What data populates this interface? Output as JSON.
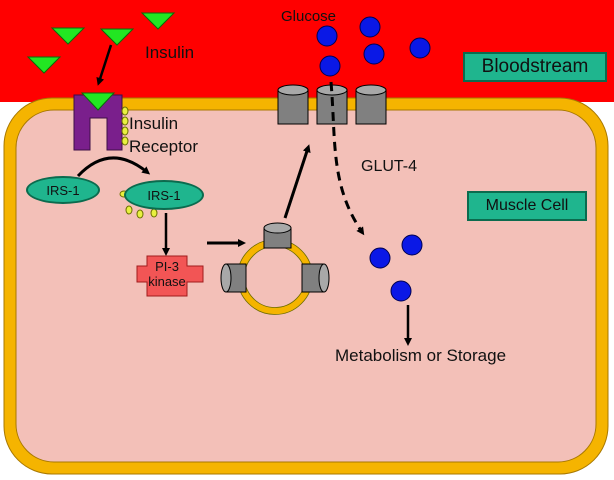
{
  "labels": {
    "glucose": "Glucose",
    "insulin": "Insulin",
    "insulin_receptor_line1": "Insulin",
    "insulin_receptor_line2": "Receptor",
    "bloodstream": "Bloodstream",
    "irs1_left": "IRS-1",
    "irs1_right": "IRS-1",
    "glut4": "GLUT-4",
    "muscle_cell": "Muscle Cell",
    "pi3_line1": "PI-3",
    "pi3_line2": "kinase",
    "metabolism": "Metabolism or Storage"
  },
  "colors": {
    "bloodstream": "#ff0000",
    "cell_membrane": "#f5b400",
    "cytoplasm": "#f3c0b8",
    "insulin": "#22e622",
    "glucose": "#0a18e6",
    "receptor": "#7a1f8c",
    "irs1": "#1fb58e",
    "pi3_kinase": "#f25555",
    "transporter": "#808080",
    "phosphate": "#e8f040"
  }
}
